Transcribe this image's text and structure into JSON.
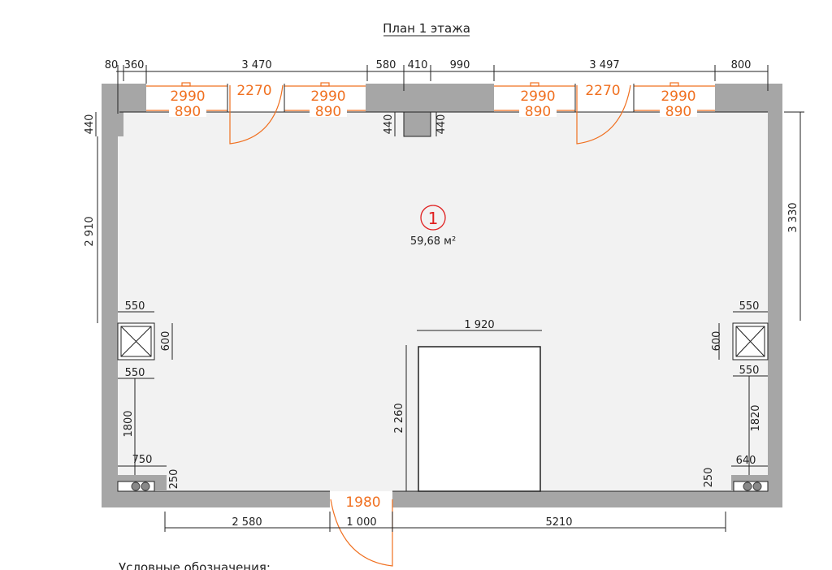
{
  "title": "План 1 этажа",
  "room": {
    "number": "1",
    "area": "59,68 м²"
  },
  "legend_heading": "Условные обозначения:",
  "top_dims": [
    "80",
    "360",
    "3 470",
    "580",
    "410",
    "990",
    "3 497",
    "800"
  ],
  "pillar_dims": [
    "440",
    "440",
    "440"
  ],
  "left_dims": {
    "upper": "2 910",
    "vent_w1": "550",
    "vent_h": "600",
    "vent_w2": "550",
    "mid": "1800",
    "bottom_w": "750",
    "bottom_h": "250"
  },
  "right_dims": {
    "upper": "3 330",
    "vent_w1": "550",
    "vent_h": "600",
    "vent_w2": "550",
    "mid": "1820",
    "bottom_w": "640",
    "bottom_h": "250"
  },
  "block_dims": {
    "width": "1 920",
    "height": "2 260"
  },
  "bottom_dims": [
    "2 580",
    "1 000",
    "5210"
  ],
  "windows": [
    {
      "height": "2990",
      "sill": "890"
    },
    {
      "height": "2990",
      "sill": "890"
    },
    {
      "height": "2990",
      "sill": "890"
    },
    {
      "height": "2990",
      "sill": "890"
    }
  ],
  "doors": [
    "2270",
    "2270",
    "1980"
  ],
  "colors": {
    "wall": "#a6a6a6",
    "floor": "#f2f2f2",
    "openings": "#f07020",
    "marker": "#e02020"
  }
}
